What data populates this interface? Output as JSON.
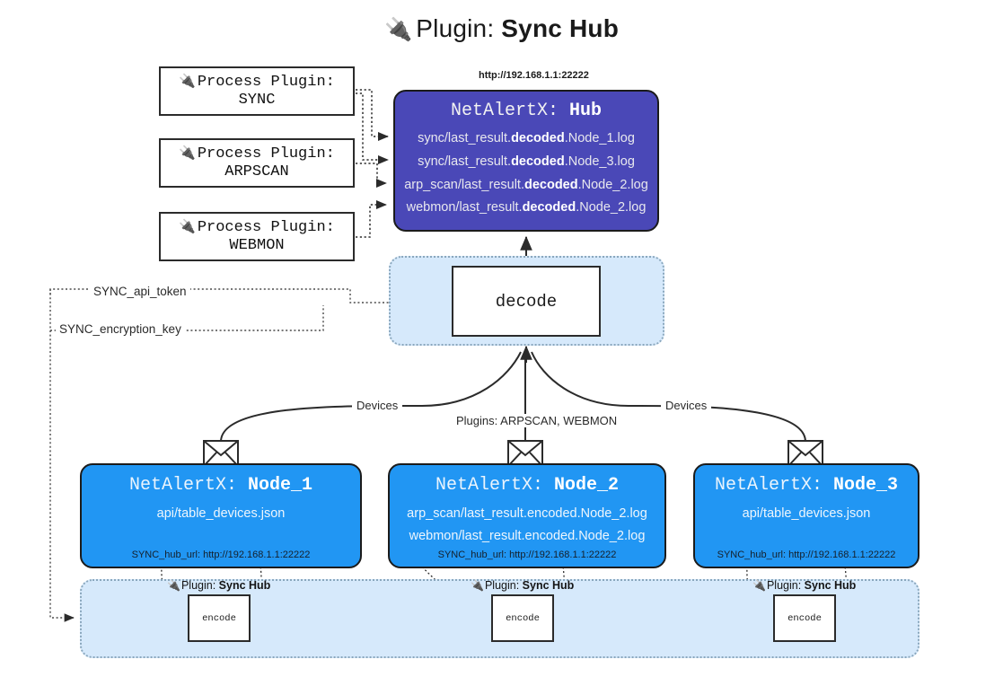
{
  "title": {
    "icon": "electric-plug-icon",
    "glyph": "🔌",
    "prefix": "Plugin: ",
    "name": "Sync Hub"
  },
  "process_plugins": [
    {
      "glyph": "🔌",
      "label": "Process Plugin:",
      "name": "SYNC"
    },
    {
      "glyph": "🔌",
      "label": "Process Plugin:",
      "name": "ARPSCAN"
    },
    {
      "glyph": "🔌",
      "label": "Process Plugin:",
      "name": "WEBMON"
    }
  ],
  "hub": {
    "url": "http://192.168.1.1:22222",
    "title_prefix": "NetAlertX: ",
    "title_name": "Hub",
    "lines": [
      {
        "pre": "sync/last_result.",
        "mid": "decoded",
        "post": ".Node_1.log"
      },
      {
        "pre": "sync/last_result.",
        "mid": "decoded",
        "post": ".Node_3.log"
      },
      {
        "pre": "arp_scan/last_result.",
        "mid": "decoded",
        "post": ".Node_2.log"
      },
      {
        "pre": "webmon/last_result.",
        "mid": "decoded",
        "post": ".Node_2.log"
      }
    ]
  },
  "decode": {
    "label": "decode"
  },
  "tokens": {
    "api_token": "SYNC_api_token",
    "encryption_key": "SYNC_encryption_key"
  },
  "edge_labels": {
    "devices_left": "Devices",
    "plugins_center": "Plugins: ARPSCAN, WEBMON",
    "devices_right": "Devices"
  },
  "nodes": [
    {
      "title_prefix": "NetAlertX: ",
      "title_name": "Node_1",
      "lines": [
        "api/table_devices.json"
      ],
      "foot_key": "SYNC_hub_url: ",
      "foot_val": "http://192.168.1.1:22222"
    },
    {
      "title_prefix": "NetAlertX: ",
      "title_name": "Node_2",
      "lines": [
        "arp_scan/last_result.encoded.Node_2.log",
        "webmon/last_result.encoded.Node_2.log"
      ],
      "foot_key": "SYNC_hub_url: ",
      "foot_val": "http://192.168.1.1:22222"
    },
    {
      "title_prefix": "NetAlertX: ",
      "title_name": "Node_3",
      "lines": [
        "api/table_devices.json"
      ],
      "foot_key": "SYNC_hub_url: ",
      "foot_val": "http://192.168.1.1:22222"
    }
  ],
  "plugin_boxes": [
    {
      "glyph": "🔌",
      "label_pre": "Plugin: ",
      "label_name": "Sync Hub",
      "encode": "encode"
    },
    {
      "glyph": "🔌",
      "label_pre": "Plugin: ",
      "label_name": "Sync Hub",
      "encode": "encode"
    },
    {
      "glyph": "🔌",
      "label_pre": "Plugin: ",
      "label_name": "Sync Hub",
      "encode": "encode"
    }
  ],
  "colors": {
    "hub_fill": "#4a48b7",
    "node_fill": "#2196f3",
    "container_fill": "#d6e9fb",
    "stroke": "#2b2b2b",
    "background": "#ffffff"
  }
}
